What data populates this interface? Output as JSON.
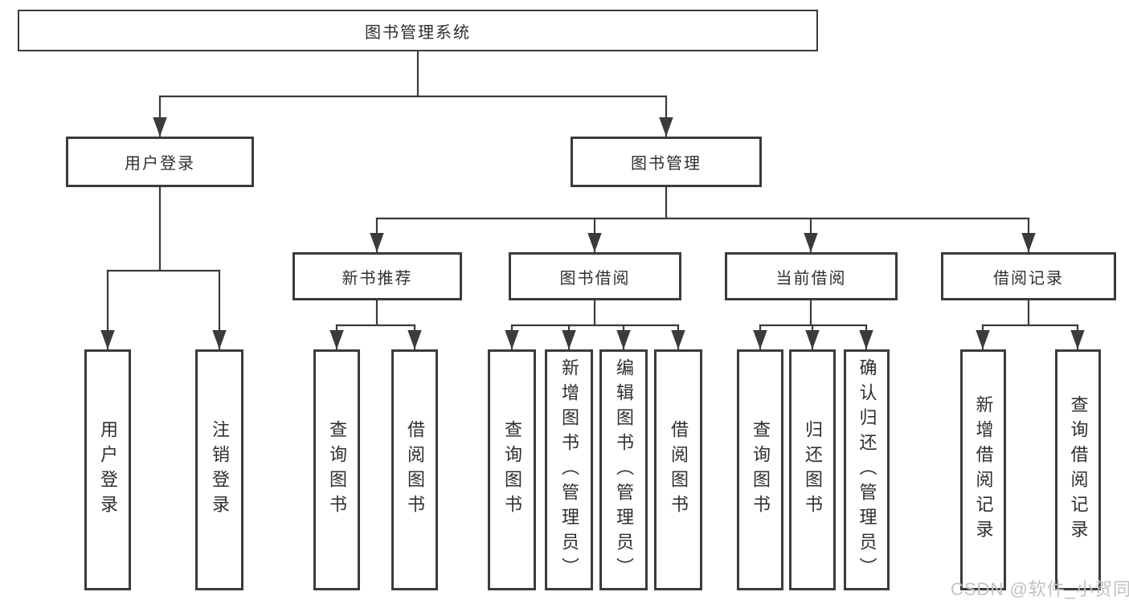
{
  "colors": {
    "line": "#3b3b3b",
    "text": "#2f2f2f",
    "watermark": "#c2c2c2",
    "background": "#ffffff"
  },
  "watermark": {
    "text": "CSDN @软件_小贺同学"
  },
  "tree": {
    "label": "图书管理系统",
    "children": [
      {
        "label": "用户登录",
        "children": [
          {
            "label": "用户登录"
          },
          {
            "label": "注销登录"
          }
        ]
      },
      {
        "label": "图书管理",
        "children": [
          {
            "label": "新书推荐",
            "children": [
              {
                "label": "查询图书"
              },
              {
                "label": "借阅图书"
              }
            ]
          },
          {
            "label": "图书借阅",
            "children": [
              {
                "label": "查询图书"
              },
              {
                "label": "新增图书（管理员）"
              },
              {
                "label": "编辑图书（管理员）"
              },
              {
                "label": "借阅图书"
              }
            ]
          },
          {
            "label": "当前借阅",
            "children": [
              {
                "label": "查询图书"
              },
              {
                "label": "归还图书"
              },
              {
                "label": "确认归还（管理员）"
              }
            ]
          },
          {
            "label": "借阅记录",
            "children": [
              {
                "label": "新增借阅记录"
              },
              {
                "label": "查询借阅记录"
              }
            ]
          }
        ]
      }
    ]
  }
}
